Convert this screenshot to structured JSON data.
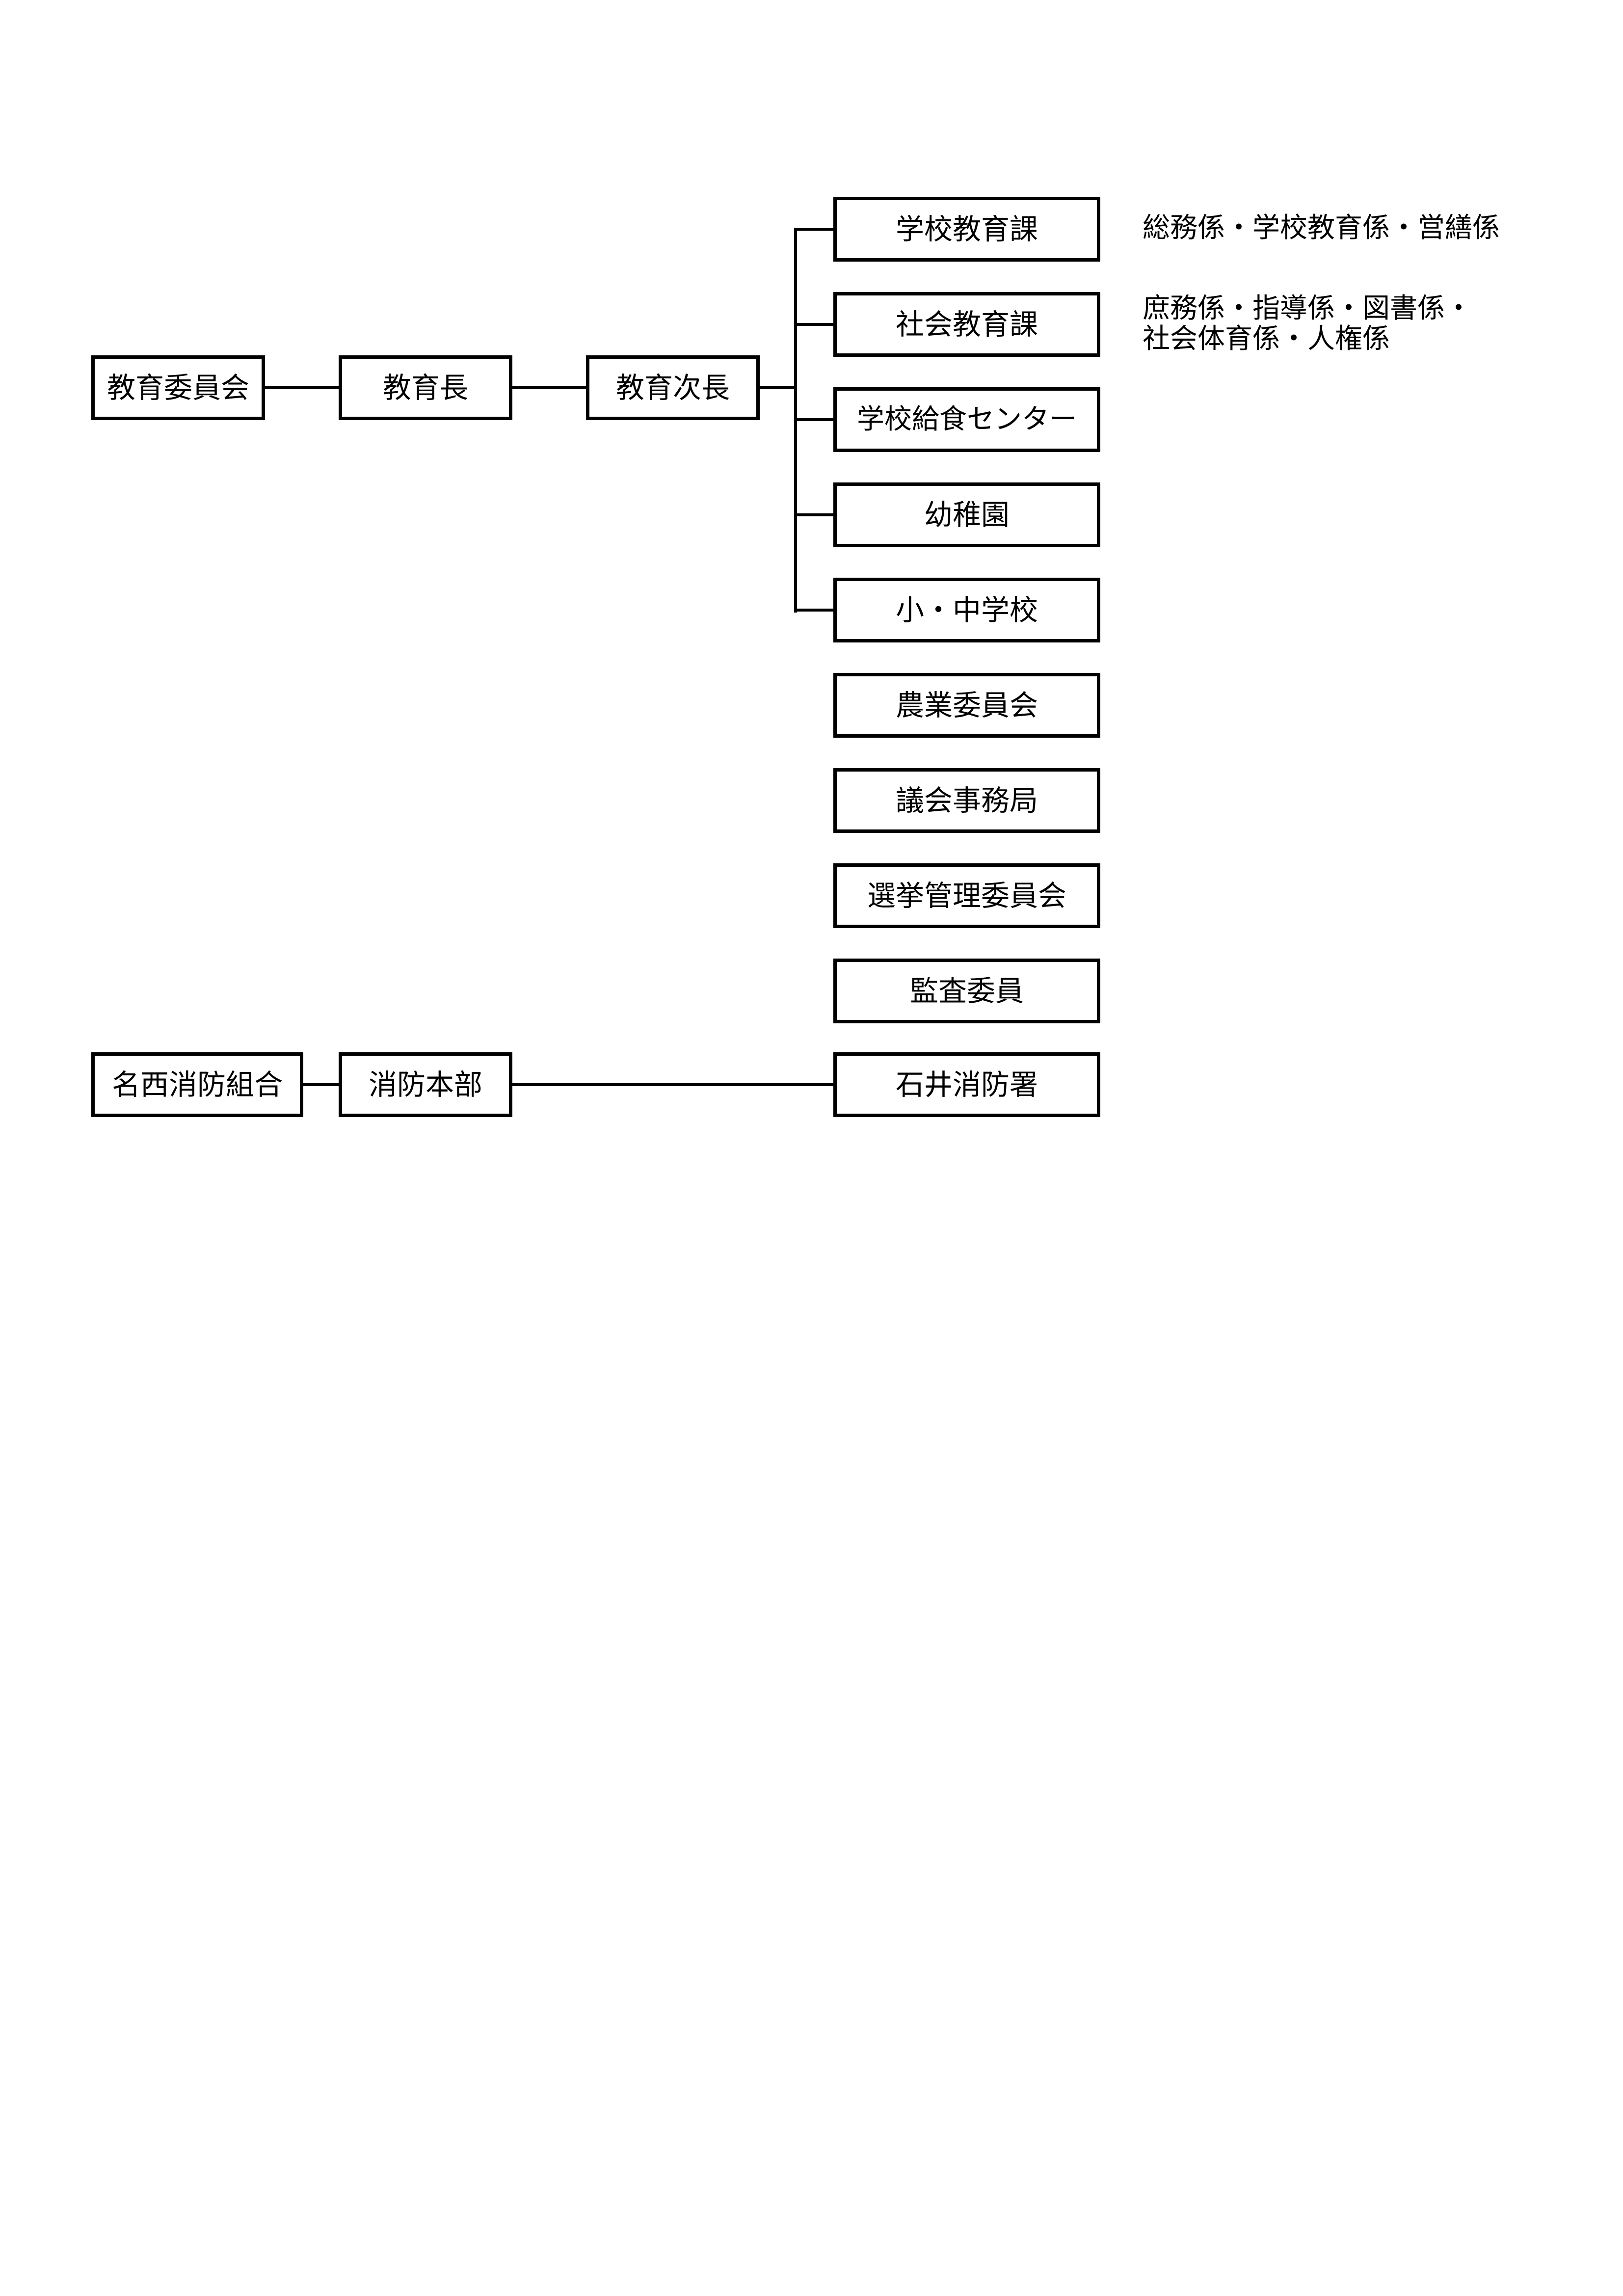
{
  "education": {
    "board": "教育委員会",
    "superintendent": "教育長",
    "deputy": "教育次長",
    "divisions": [
      {
        "name": "学校教育課",
        "staff_lines": [
          "総務係・学校教育係・営繕係"
        ]
      },
      {
        "name": "社会教育課",
        "staff_lines": [
          "庶務係・指導係・図書係・",
          "社会体育係・人権係"
        ]
      },
      {
        "name": "学校給食センター",
        "staff_lines": []
      },
      {
        "name": "幼稚園",
        "staff_lines": []
      },
      {
        "name": "小・中学校",
        "staff_lines": []
      }
    ]
  },
  "independent_bodies": [
    "農業委員会",
    "議会事務局",
    "選挙管理委員会",
    "監査委員"
  ],
  "fire": {
    "union": "名西消防組合",
    "headquarters": "消防本部",
    "station": "石井消防署"
  }
}
